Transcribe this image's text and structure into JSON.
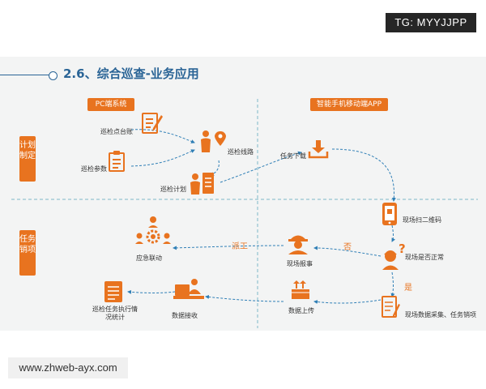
{
  "watermark": {
    "tg": "TG: MYYJJPP",
    "url": "www.zhweb-ayx.com"
  },
  "section": {
    "title": "2.6、综合巡查-业务应用"
  },
  "tags": {
    "pc": "PC端系统",
    "app": "智能手机移动端APP"
  },
  "rows": {
    "plan": "计划制定",
    "task": "任务销项"
  },
  "nodes": {
    "register": "巡检点台账",
    "params": "巡检参数",
    "route": "巡检线路",
    "plan": "巡检计划",
    "download": "任务下载",
    "qrcode": "现场扫二维码",
    "normal_check": "现场是否正常",
    "report": "现场报事",
    "emergency": "应急联动",
    "collect": "现场数据采集、任务销项",
    "upload": "数据上传",
    "receive": "数据接收",
    "stats": "巡检任务执行情况统计"
  },
  "conditions": {
    "no": "否",
    "yes": "是",
    "dispatch": "派工"
  },
  "colors": {
    "accent": "#e8731f",
    "heading": "#2a6496",
    "divider": "#7db7c9",
    "arrow": "#2f7fb6"
  }
}
